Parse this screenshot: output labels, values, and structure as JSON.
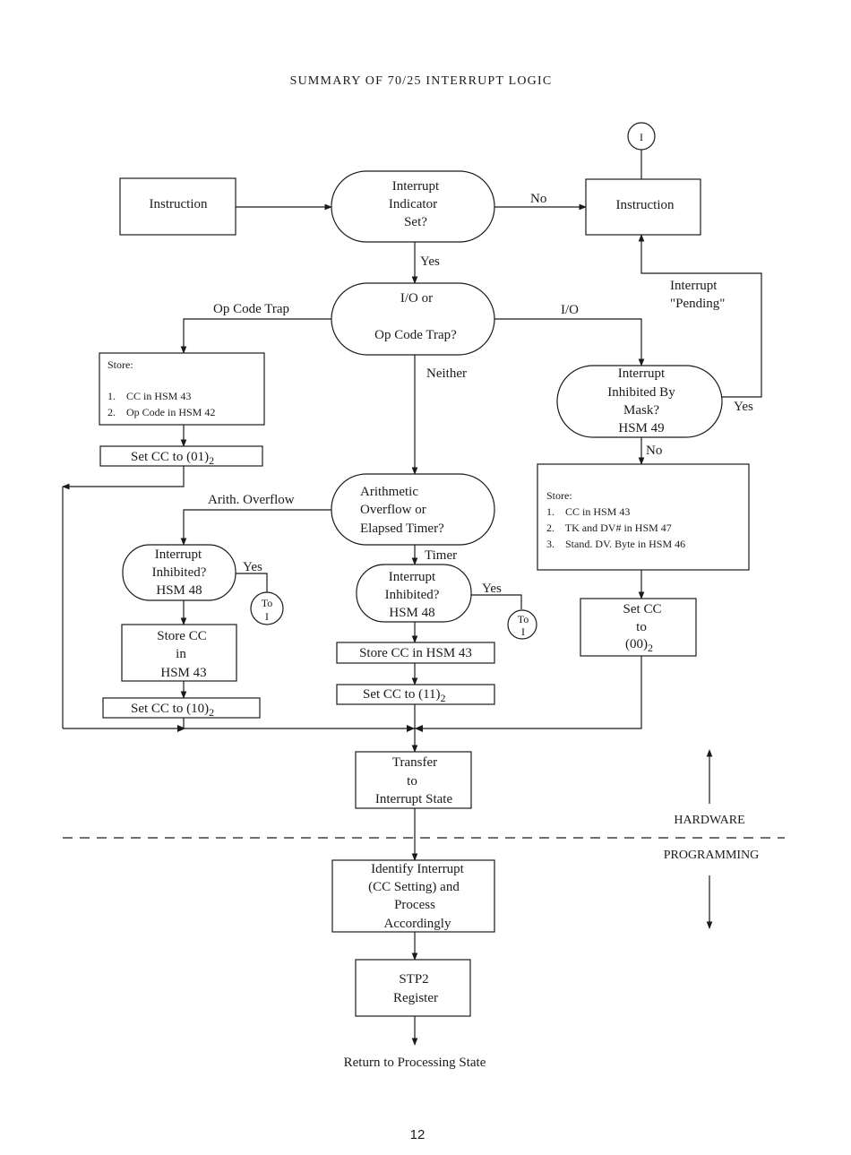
{
  "title": "SUMMARY OF 70/25 INTERRUPT LOGIC",
  "page_number": "12",
  "connector_i": "I",
  "boxes": {
    "instruction_left": "Instruction",
    "instruction_right": "Instruction",
    "store_opcode": {
      "heading": "Store:",
      "line1": "1.    CC in HSM 43",
      "line2": "2.    Op Code in HSM 42"
    },
    "set_cc_01": {
      "text": "Set CC to (01)",
      "sub": "2"
    },
    "store_cc_hsm43_left": {
      "line1": "Store CC",
      "line2": "in",
      "line3": "HSM 43"
    },
    "set_cc_10": {
      "text": "Set CC to (10)",
      "sub": "2"
    },
    "store_cc_hsm43_mid": "Store CC in HSM 43",
    "set_cc_11": {
      "text": "Set CC to (11)",
      "sub": "2"
    },
    "store_io": {
      "heading": "Store:",
      "line1": "1.    CC in HSM 43",
      "line2": "2.    TK and DV# in HSM 47",
      "line3": "3.    Stand. DV. Byte in HSM 46"
    },
    "set_cc_00": {
      "line1": "Set CC",
      "line2": "to",
      "line3": "(00)",
      "sub": "2"
    },
    "transfer": {
      "line1": "Transfer",
      "line2": "to",
      "line3": "Interrupt State"
    },
    "identify": {
      "line1": "Identify Interrupt",
      "line2": "(CC Setting) and",
      "line3": "Process",
      "line4": "Accordingly"
    },
    "stp2": {
      "line1": "STP2",
      "line2": "Register"
    }
  },
  "decisions": {
    "interrupt_indicator": {
      "line1": "Interrupt",
      "line2": "Indicator",
      "line3": "Set?"
    },
    "io_or_opcode": {
      "line1": "I/O or",
      "line2": "Op Code Trap?"
    },
    "arith_overflow": {
      "line1": "Arithmetic",
      "line2": "Overflow or",
      "line3": "Elapsed Timer?"
    },
    "inhibited_by_mask": {
      "line1": "Interrupt",
      "line2": "Inhibited By",
      "line3": "Mask?",
      "line4": "HSM 49"
    },
    "inhibited_left": {
      "line1": "Interrupt",
      "line2": "Inhibited?",
      "line3": "HSM 48"
    },
    "inhibited_mid": {
      "line1": "Interrupt",
      "line2": "Inhibited?",
      "line3": "HSM 48"
    }
  },
  "labels": {
    "no_top": "No",
    "yes_top": "Yes",
    "op_code_trap": "Op Code Trap",
    "io": "I/O",
    "neither": "Neither",
    "interrupt_pending_1": "Interrupt",
    "interrupt_pending_2": "\"Pending\"",
    "yes_mask": "Yes",
    "no_mask": "No",
    "arith_overflow": "Arith. Overflow",
    "timer": "Timer",
    "yes_left": "Yes",
    "yes_mid": "Yes",
    "to_i_1": "To",
    "to_i_2": "I",
    "hardware": "HARDWARE",
    "programming": "PROGRAMMING",
    "return": "Return to Processing State"
  }
}
